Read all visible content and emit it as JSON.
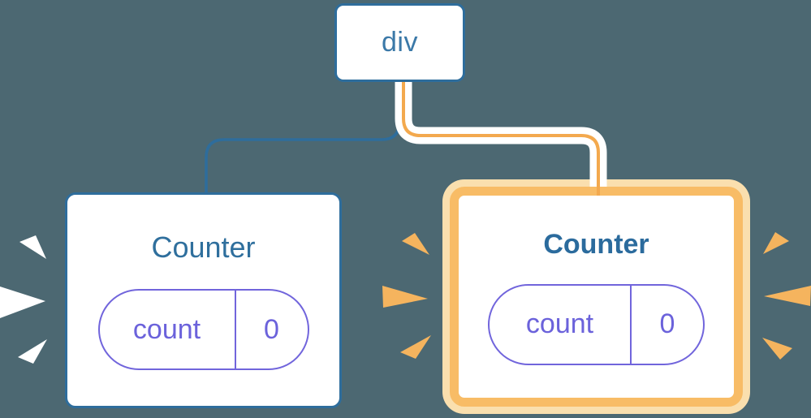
{
  "diagram": {
    "root": {
      "label": "div"
    },
    "children": [
      {
        "title": "Counter",
        "highlighted": false,
        "state": {
          "name": "count",
          "value": "0"
        }
      },
      {
        "title": "Counter",
        "highlighted": true,
        "state": {
          "name": "count",
          "value": "0"
        }
      }
    ]
  },
  "colors": {
    "background": "#4C6872",
    "node_border_blue": "#2E6D9C",
    "node_text_blue": "#3B79A8",
    "title_blue": "#2F6F9D",
    "connector_orange": "#F3A94E",
    "highlight_border_orange": "#F8BC66",
    "highlight_halo_orange": "#FADFAE",
    "state_purple": "#6B62DB",
    "spark_white": "#FFFFFF",
    "spark_orange": "#F5B45E"
  }
}
